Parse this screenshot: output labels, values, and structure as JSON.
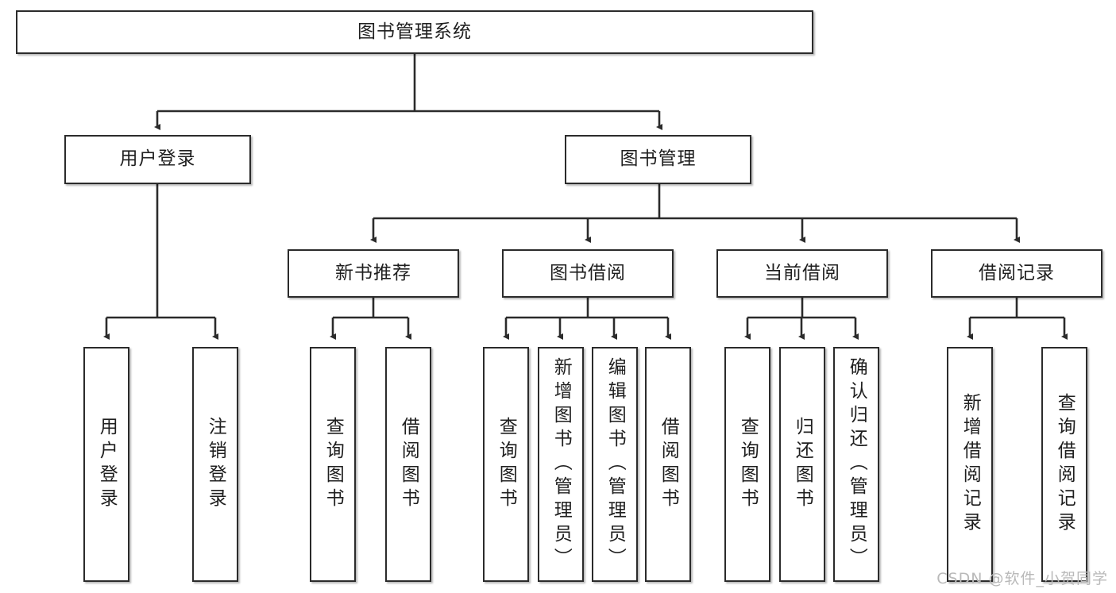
{
  "diagram": {
    "title_node": "图书管理系统",
    "type": "tree-hierarchy-chart",
    "accent_color": "#2b2b2b",
    "background_color": "#ffffff",
    "levels": {
      "level0": [
        {
          "id": "root",
          "label": "图书管理系统",
          "orientation": "horizontal"
        }
      ],
      "level1": [
        {
          "id": "user-login",
          "label": "用户登录",
          "orientation": "horizontal"
        },
        {
          "id": "book-manage",
          "label": "图书管理",
          "orientation": "horizontal"
        }
      ],
      "level2": [
        {
          "id": "new-book-recommend",
          "label": "新书推荐",
          "orientation": "horizontal"
        },
        {
          "id": "book-borrow",
          "label": "图书借阅",
          "orientation": "horizontal"
        },
        {
          "id": "current-borrow",
          "label": "当前借阅",
          "orientation": "horizontal"
        },
        {
          "id": "borrow-record",
          "label": "借阅记录",
          "orientation": "horizontal"
        }
      ],
      "level3": [
        {
          "id": "leaf-user-login",
          "label": "用户登录",
          "parent": "user-login",
          "orientation": "vertical"
        },
        {
          "id": "leaf-logout",
          "label": "注销登录",
          "parent": "user-login",
          "orientation": "vertical"
        },
        {
          "id": "leaf-query-book-1",
          "label": "查询图书",
          "parent": "new-book-recommend",
          "orientation": "vertical"
        },
        {
          "id": "leaf-borrow-book-1",
          "label": "借阅图书",
          "parent": "new-book-recommend",
          "orientation": "vertical"
        },
        {
          "id": "leaf-query-book-2",
          "label": "查询图书",
          "parent": "book-borrow",
          "orientation": "vertical"
        },
        {
          "id": "leaf-add-book",
          "label": "新增图书（管理员）",
          "parent": "book-borrow",
          "orientation": "vertical"
        },
        {
          "id": "leaf-edit-book",
          "label": "编辑图书（管理员）",
          "parent": "book-borrow",
          "orientation": "vertical"
        },
        {
          "id": "leaf-borrow-book-2",
          "label": "借阅图书",
          "parent": "book-borrow",
          "orientation": "vertical"
        },
        {
          "id": "leaf-query-book-3",
          "label": "查询图书",
          "parent": "current-borrow",
          "orientation": "vertical"
        },
        {
          "id": "leaf-return-book",
          "label": "归还图书",
          "parent": "current-borrow",
          "orientation": "vertical"
        },
        {
          "id": "leaf-confirm-return",
          "label": "确认归还（管理员）",
          "parent": "current-borrow",
          "orientation": "vertical"
        },
        {
          "id": "leaf-add-record",
          "label": "新增借阅记录",
          "parent": "borrow-record",
          "orientation": "vertical"
        },
        {
          "id": "leaf-query-record",
          "label": "查询借阅记录",
          "parent": "borrow-record",
          "orientation": "vertical"
        }
      ]
    }
  },
  "watermark": {
    "text": "CSDN @软件_小贺同学"
  }
}
